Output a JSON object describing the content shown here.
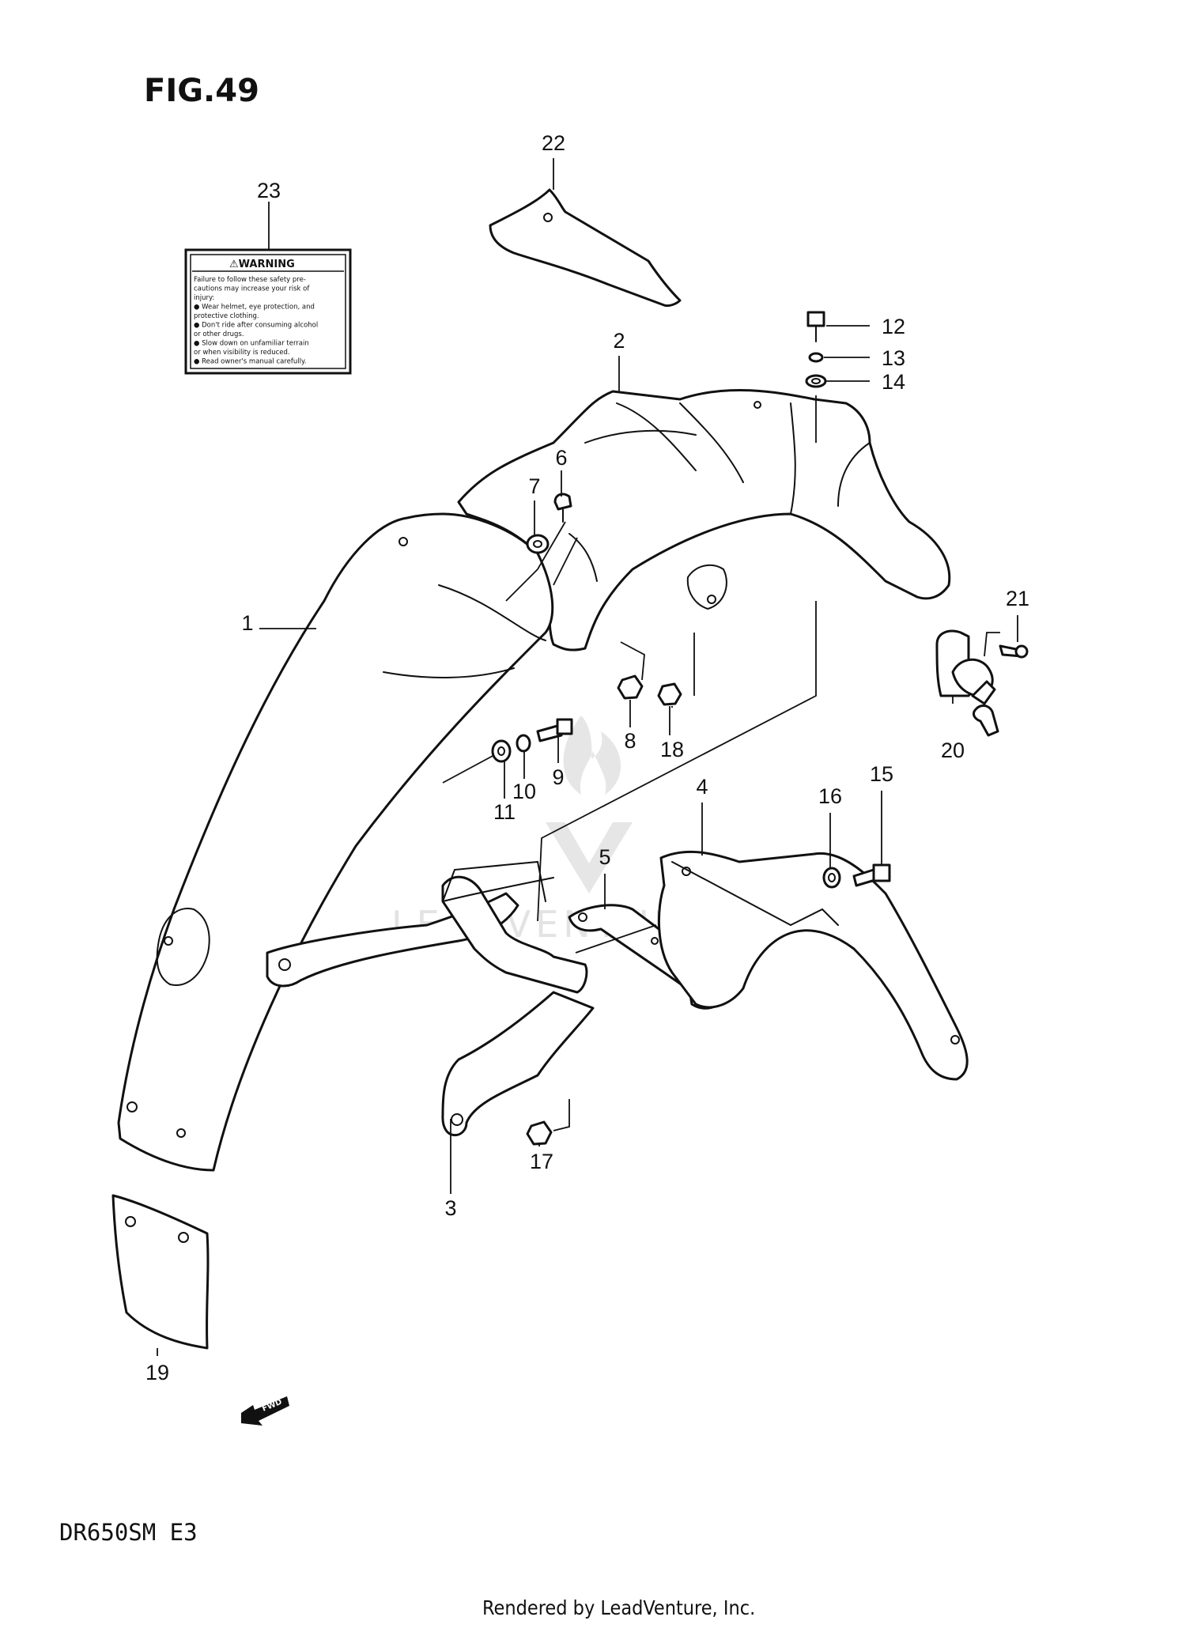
{
  "figure": {
    "title": "FIG.49",
    "model": "DR650SM  E3",
    "footer": "Rendered by LeadVenture, Inc.",
    "watermark": "LEADVENTURE",
    "fwd_label": "FWD"
  },
  "warning_label": {
    "heading": "⚠WARNING",
    "lines": [
      "Failure to follow these safety pre-",
      "cautions may increase your risk of",
      "injury:",
      "● Wear helmet, eye protection, and",
      "   protective clothing.",
      "● Don't ride after consuming alcohol",
      "   or other drugs.",
      "● Slow down on unfamiliar terrain",
      "   or when visibility is reduced.",
      "● Read owner's manual carefully."
    ]
  },
  "callouts": [
    {
      "id": "1",
      "label": "1"
    },
    {
      "id": "2",
      "label": "2"
    },
    {
      "id": "3",
      "label": "3"
    },
    {
      "id": "4",
      "label": "4"
    },
    {
      "id": "5",
      "label": "5"
    },
    {
      "id": "6",
      "label": "6"
    },
    {
      "id": "7",
      "label": "7"
    },
    {
      "id": "8",
      "label": "8"
    },
    {
      "id": "9",
      "label": "9"
    },
    {
      "id": "10",
      "label": "10"
    },
    {
      "id": "11",
      "label": "11"
    },
    {
      "id": "12",
      "label": "12"
    },
    {
      "id": "13",
      "label": "13"
    },
    {
      "id": "14",
      "label": "14"
    },
    {
      "id": "15",
      "label": "15"
    },
    {
      "id": "16",
      "label": "16"
    },
    {
      "id": "17",
      "label": "17"
    },
    {
      "id": "18",
      "label": "18"
    },
    {
      "id": "19",
      "label": "19"
    },
    {
      "id": "20",
      "label": "20"
    },
    {
      "id": "21",
      "label": "21"
    },
    {
      "id": "22",
      "label": "22"
    },
    {
      "id": "23",
      "label": "23"
    }
  ]
}
